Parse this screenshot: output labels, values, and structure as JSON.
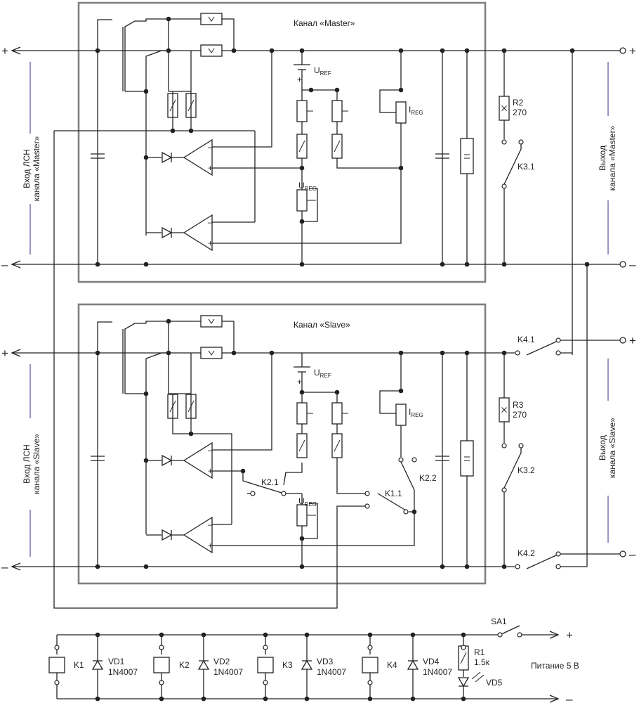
{
  "channels": {
    "master": {
      "title": "Канал «Master»",
      "input_label_1": "Вход ЛСН",
      "input_label_2": "канала «Master»",
      "output_label_1": "Выход",
      "output_label_2": "канала «Master»"
    },
    "slave": {
      "title": "Канал  «Slave»",
      "input_label_1": "Вход ЛСН",
      "input_label_2": "канала «Slave»",
      "output_label_1": "Выход",
      "output_label_2": "канала «Slave»"
    }
  },
  "regulators": {
    "uref": "U",
    "uref_sub": "REF",
    "ureg": "U",
    "ureg_sub": "REG",
    "ireg": "I",
    "ireg_sub": "REG"
  },
  "polarity": {
    "plus": "+",
    "minus": "–"
  },
  "resistors": {
    "r2": {
      "ref": "R2",
      "value": "270"
    },
    "r3": {
      "ref": "R3",
      "value": "270"
    },
    "r1": {
      "ref": "R1",
      "value": "1.5к"
    }
  },
  "relay_contacts": {
    "k3_1": "K3.1",
    "k3_2": "K3.2",
    "k4_1": "K4.1",
    "k4_2": "K4.2",
    "k2_1": "K2.1",
    "k1_1": "K1.1",
    "k2_2": "K2.2"
  },
  "relays": [
    {
      "ref": "K1",
      "diode": "VD1",
      "diode_part": "1N4007"
    },
    {
      "ref": "K2",
      "diode": "VD2",
      "diode_part": "1N4007"
    },
    {
      "ref": "K3",
      "diode": "VD3",
      "diode_part": "1N4007"
    },
    {
      "ref": "K4",
      "diode": "VD4",
      "diode_part": "1N4007"
    }
  ],
  "switch": "SA1",
  "led": "VD5",
  "power_label": "Питание 5 В"
}
